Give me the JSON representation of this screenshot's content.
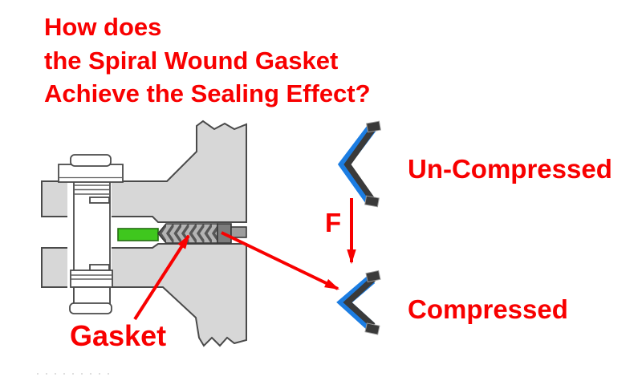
{
  "title": {
    "lines": [
      "How does",
      "the Spiral Wound Gasket",
      "Achieve the Sealing Effect?"
    ]
  },
  "diagram_labels": {
    "gasket": "Gasket",
    "force": "F",
    "uncompressed": "Un-Compressed",
    "compressed": "Compressed"
  },
  "icons": {
    "uncompressed_chevron": "tall-left-pointing-chevron",
    "compressed_chevron": "flattened-left-pointing-chevron",
    "force_arrow": "downward-red-arrow",
    "gasket_pointer_arrow": "red-arrow-up-right",
    "gasket_to_compressed_arrow": "red-arrow-down-right"
  },
  "colors": {
    "annotation_red": "#f80000",
    "flange_fill": "#d7d7d7",
    "flange_outline": "#4a4a4a",
    "inner_ring_green": "#3fc71e",
    "gasket_hatch_light": "#b4b4b4",
    "gasket_hatch_dark": "#575757",
    "gasket_outer_end_gray": "#7c7c7c",
    "guide_ring_gray": "#9d9d9d",
    "chevron_dark": "#3a3a3a",
    "chevron_blue": "#1c7de2",
    "background": "#ffffff"
  }
}
